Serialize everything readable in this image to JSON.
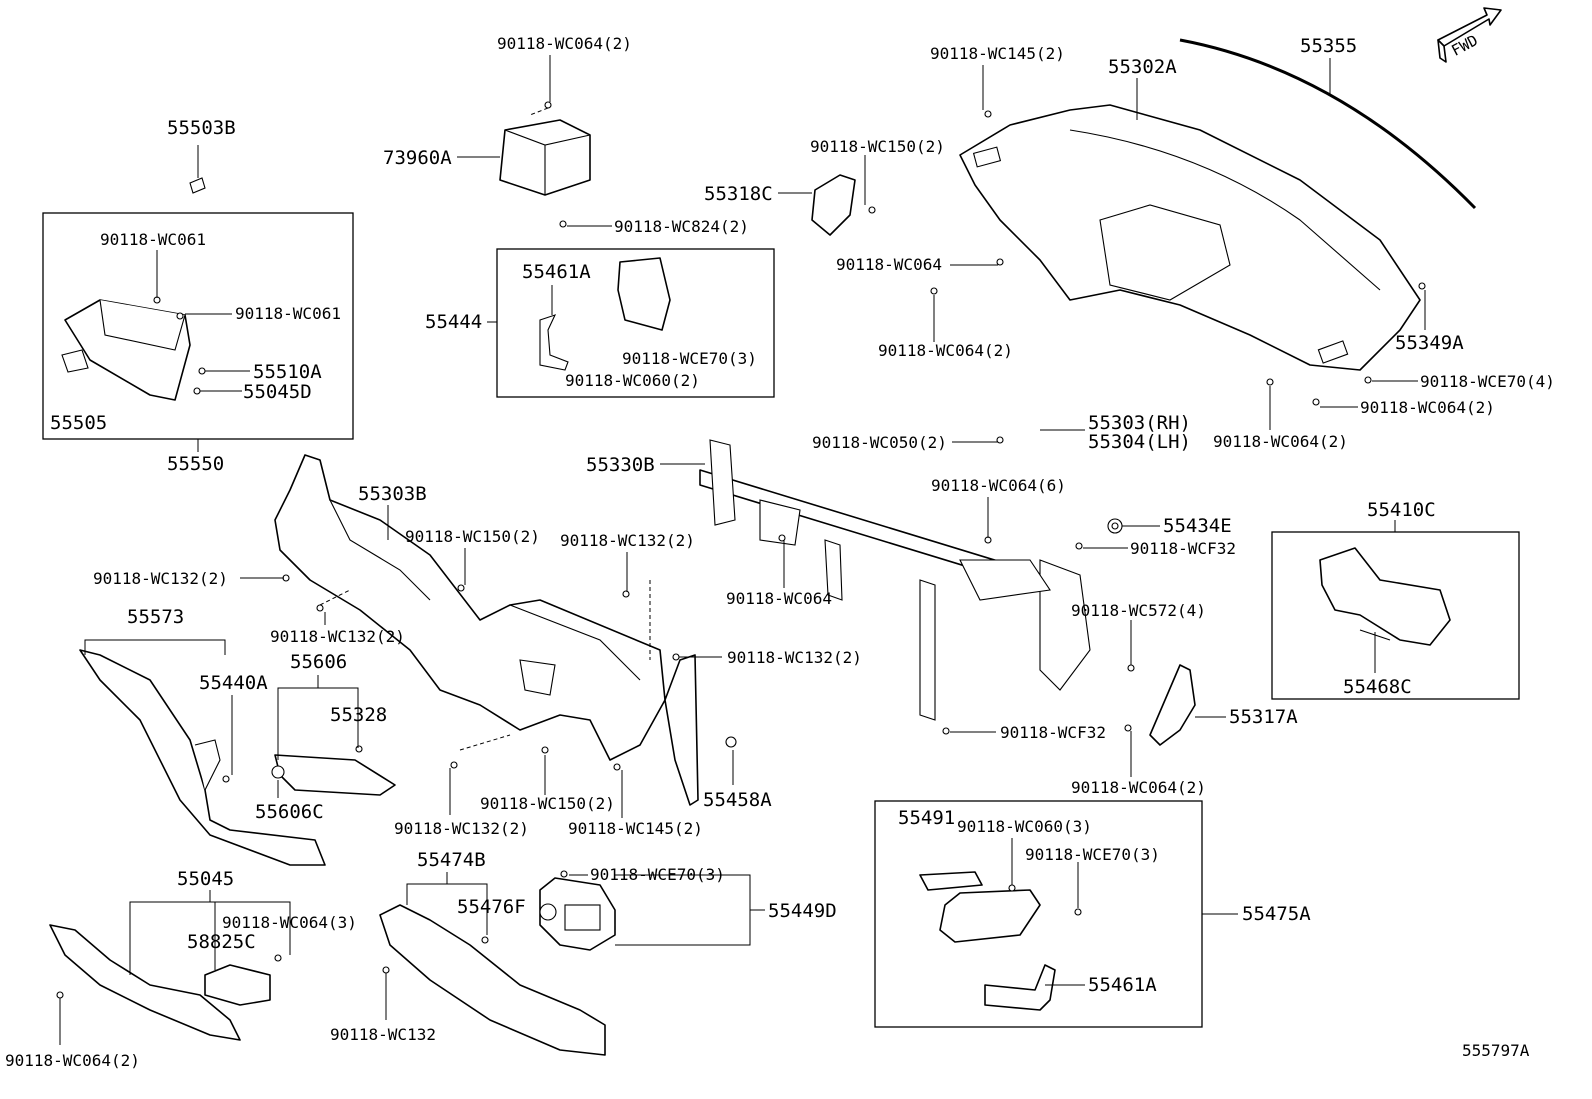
{
  "diagram_id": "555797A",
  "fwd_label": "FWD",
  "labels": {
    "p55503B": "55503B",
    "p90118_WC061_a": "90118-WC061",
    "p90118_WC061_b": "90118-WC061",
    "p55510A": "55510A",
    "p55045D": "55045D",
    "p55505": "55505",
    "p55550": "55550",
    "p90118_WC064_2_top": "90118-WC064(2)",
    "p73960A": "73960A",
    "p90118_WC824_2": "90118-WC824(2)",
    "p55444": "55444",
    "p55461A_box": "55461A",
    "p90118_WCE70_3_box": "90118-WCE70(3)",
    "p90118_WC060_2": "90118-WC060(2)",
    "p90118_WC145_2_top": "90118-WC145(2)",
    "p55302A": "55302A",
    "p55355": "55355",
    "p90118_WC150_2_top": "90118-WC150(2)",
    "p55318C": "55318C",
    "p90118_WC064_dash": "90118-WC064",
    "p90118_WC064_2_dash": "90118-WC064(2)",
    "p55349A": "55349A",
    "p90118_WCE70_4": "90118-WCE70(4)",
    "p90118_WC064_2_r1": "90118-WC064(2)",
    "p90118_WC064_2_r2": "90118-WC064(2)",
    "p55303RH": "55303(RH)",
    "p55304LH": "55304(LH)",
    "p90118_WC050_2": "90118-WC050(2)",
    "p55330B": "55330B",
    "p90118_WC064_6": "90118-WC064(6)",
    "p55434E": "55434E",
    "p90118_WCF32_a": "90118-WCF32",
    "p55303B": "55303B",
    "p90118_WC150_2_mid": "90118-WC150(2)",
    "p90118_WC132_2_a": "90118-WC132(2)",
    "p90118_WC132_2_b": "90118-WC132(2)",
    "p90118_WC132_2_c": "90118-WC132(2)",
    "p90118_WC064_mid": "90118-WC064",
    "p90118_WC572_4": "90118-WC572(4)",
    "p55410C": "55410C",
    "p55468C": "55468C",
    "p55573": "55573",
    "p55440A": "55440A",
    "p55606": "55606",
    "p55328": "55328",
    "p55606C": "55606C",
    "p90118_WC132_2_d": "90118-WC132(2)",
    "p90118_WCF32_b": "90118-WCF32",
    "p55317A": "55317A",
    "p90118_WC064_2_low": "90118-WC064(2)",
    "p55458A": "55458A",
    "p90118_WC150_2_low": "90118-WC150(2)",
    "p90118_WC145_2_low": "90118-WC145(2)",
    "p90118_WC132_2_low": "90118-WC132(2)",
    "p55491": "55491",
    "p90118_WC060_3": "90118-WC060(3)",
    "p90118_WCE70_3_r": "90118-WCE70(3)",
    "p55045": "55045",
    "p90118_WC064_3": "90118-WC064(3)",
    "p58825C": "58825C",
    "p55474B": "55474B",
    "p55476F": "55476F",
    "p90118_WCE70_3_mid": "90118-WCE70(3)",
    "p55449D": "55449D",
    "p55475A": "55475A",
    "p55461A_r": "55461A",
    "p90118_WC064_2_bl": "90118-WC064(2)",
    "p90118_WC132_bot": "90118-WC132"
  }
}
